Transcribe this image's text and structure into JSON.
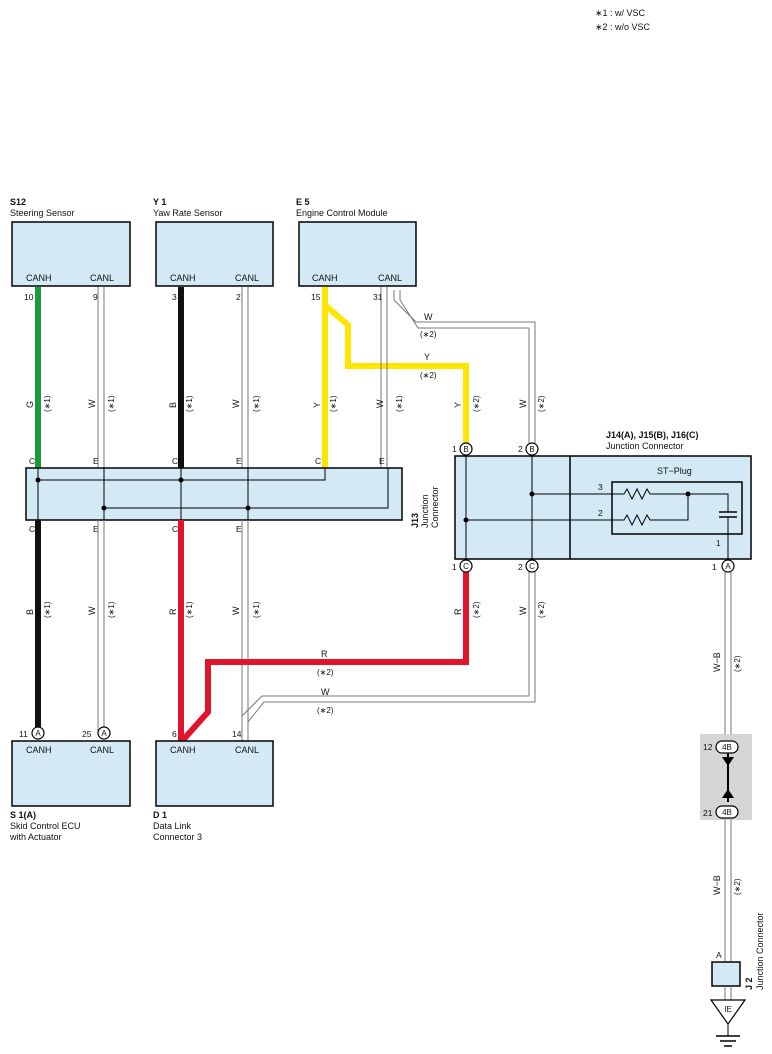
{
  "legend": [
    "∗1 : w/ VSC",
    "∗2 : w/o VSC"
  ],
  "components": {
    "s12": {
      "code": "S12",
      "name": "Steering Sensor"
    },
    "y1": {
      "code": "Y 1",
      "name": "Yaw Rate Sensor"
    },
    "e5": {
      "code": "E 5",
      "name": "Engine Control Module"
    },
    "s1": {
      "code": "S 1(A)",
      "name_line1": "Skid Control ECU",
      "name_line2": "with Actuator"
    },
    "d1": {
      "code": "D 1",
      "name_line1": "Data Link",
      "name_line2": "Connector 3"
    },
    "j13": {
      "code": "J13",
      "name_line1": "Junction",
      "name_line2": "Connector"
    },
    "j14": {
      "code": "J14(A), J15(B), J16(C)",
      "name": "Junction Connector",
      "plug": "ST−Plug"
    },
    "j2": {
      "code": "J 2",
      "name": "Junction Connector"
    },
    "ground": "IE"
  },
  "terminals": {
    "canh": "CANH",
    "canl": "CANL",
    "s12_canh": "10",
    "s12_canl": "9",
    "y1_canh": "3",
    "y1_canl": "2",
    "e5_canh": "15",
    "e5_canl": "31",
    "s1_canh": "11",
    "s1_canl": "25",
    "d1_canh": "6",
    "d1_canl": "14",
    "j14_b1": "1",
    "j14_b2": "2",
    "j14_c1": "1",
    "j14_c2": "2",
    "j14_a1": "1",
    "plug_3": "3",
    "plug_2": "2",
    "plug_1": "1",
    "j2_a": "A",
    "conn_4b_top": "12",
    "conn_4b_bot": "21"
  },
  "connector_letters": {
    "a": "A",
    "b": "B",
    "c": "C",
    "e": "E",
    "4b": "4B"
  },
  "wire_colors": {
    "g": "G",
    "w": "W",
    "b": "B",
    "y": "Y",
    "r": "R",
    "wb": "W−B",
    "green_hex": "#1e9a3e",
    "yellow_hex": "#ffe600",
    "red_hex": "#e0142a",
    "black_hex": "#111111"
  },
  "notes": {
    "n1": "(∗1)",
    "n2": "(∗2)"
  }
}
